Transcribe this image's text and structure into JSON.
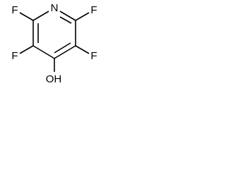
{
  "molecule": {
    "atoms": {
      "ring_nitrogen": "N",
      "fluorine_2": "F",
      "fluorine_6": "F",
      "fluorine_3": "F",
      "fluorine_5": "F",
      "hydroxyl": "OH"
    }
  }
}
